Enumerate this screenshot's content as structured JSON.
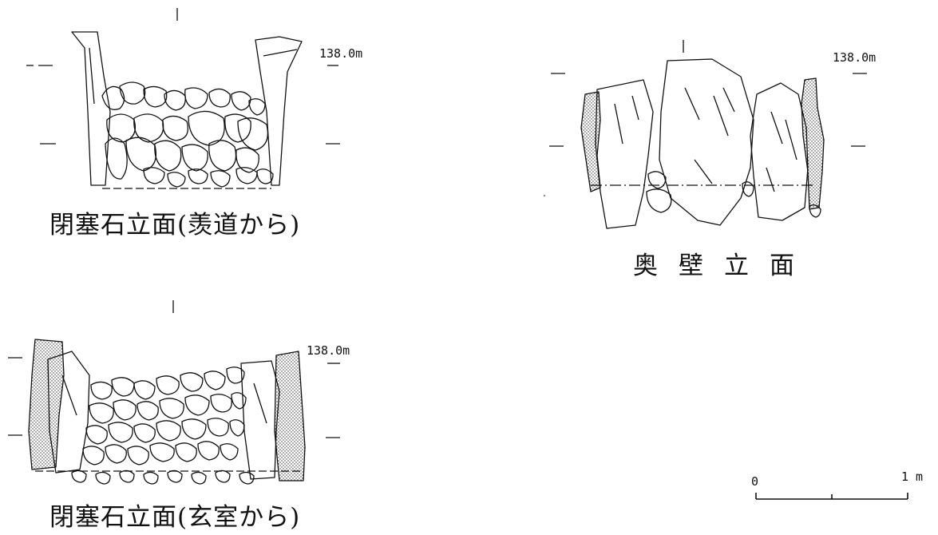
{
  "figures": [
    {
      "caption": "閉塞石立面(羡道から)",
      "elevation": "138.0m"
    },
    {
      "caption": "奥壁立面",
      "elevation": "138.0m"
    },
    {
      "caption": "閉塞石立面(玄室から)",
      "elevation": "138.0m"
    }
  ],
  "scale_bar": {
    "start_label": "0",
    "end_label": "1 m"
  }
}
